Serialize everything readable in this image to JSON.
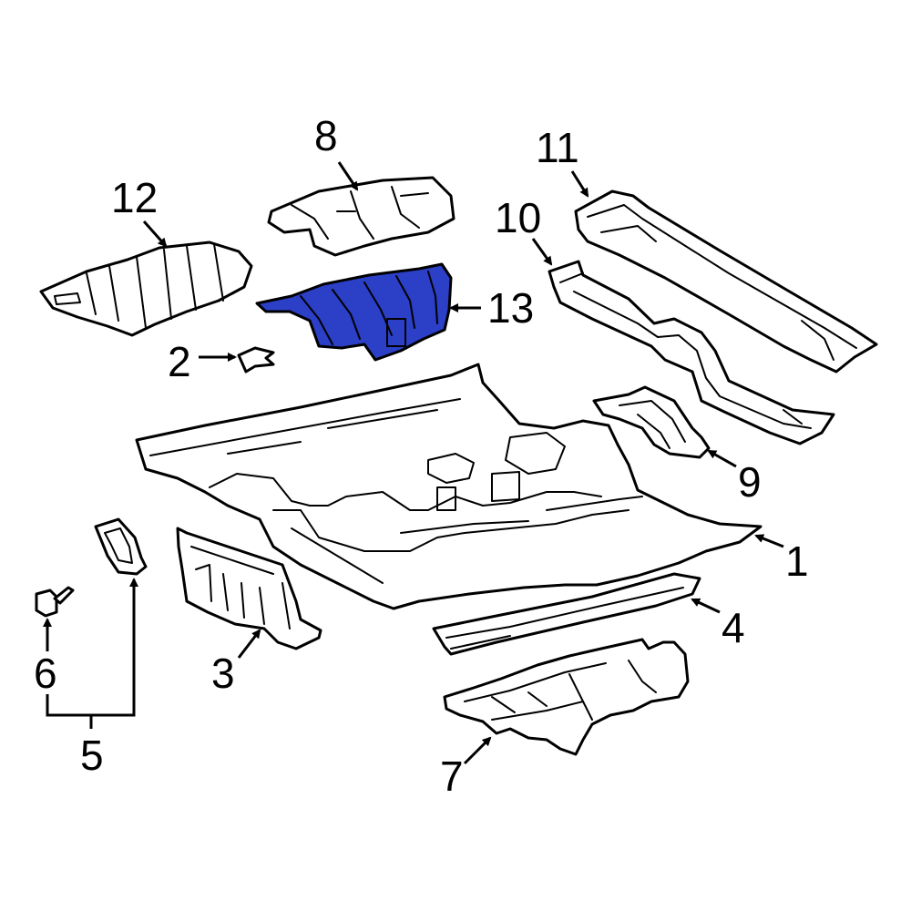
{
  "callouts": [
    {
      "id": "1",
      "label": "1"
    },
    {
      "id": "2",
      "label": "2"
    },
    {
      "id": "3",
      "label": "3"
    },
    {
      "id": "4",
      "label": "4"
    },
    {
      "id": "5",
      "label": "5"
    },
    {
      "id": "6",
      "label": "6"
    },
    {
      "id": "7",
      "label": "7"
    },
    {
      "id": "8",
      "label": "8"
    },
    {
      "id": "9",
      "label": "9"
    },
    {
      "id": "10",
      "label": "10"
    },
    {
      "id": "11",
      "label": "11"
    },
    {
      "id": "12",
      "label": "12"
    },
    {
      "id": "13",
      "label": "13"
    }
  ],
  "highlighted_part": "13",
  "colors": {
    "highlight_fill": "#2b3fc7",
    "line": "#000000",
    "background": "#ffffff"
  }
}
